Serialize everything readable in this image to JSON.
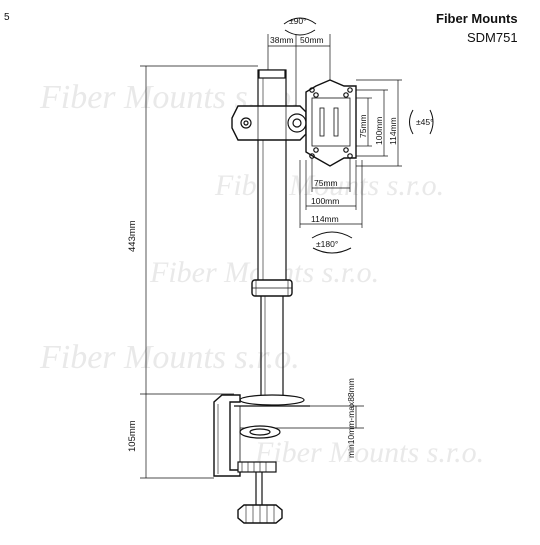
{
  "header": {
    "brand": "Fiber Mounts",
    "model": "SDM751",
    "corner_mark": "5"
  },
  "watermark": {
    "line1": "Fiber Mounts s.r.o.",
    "line2": "Fiber Mounts s.r.o."
  },
  "dimensions": {
    "tilt": "±90°",
    "offset_left": "38mm",
    "offset_right": "50mm",
    "vesa_h_75": "75mm",
    "vesa_h_100": "100mm",
    "vesa_h_114": "114mm",
    "vesa_v_75": "75mm",
    "vesa_v_100": "100mm",
    "vesa_v_114": "114mm",
    "swivel": "±45°",
    "rotation": "±180°",
    "pole_height": "443mm",
    "clamp_height": "105mm",
    "desk_thickness": "min10mm-max88mm"
  },
  "colors": {
    "line": "#111111",
    "watermark": "#e9e9e9"
  }
}
